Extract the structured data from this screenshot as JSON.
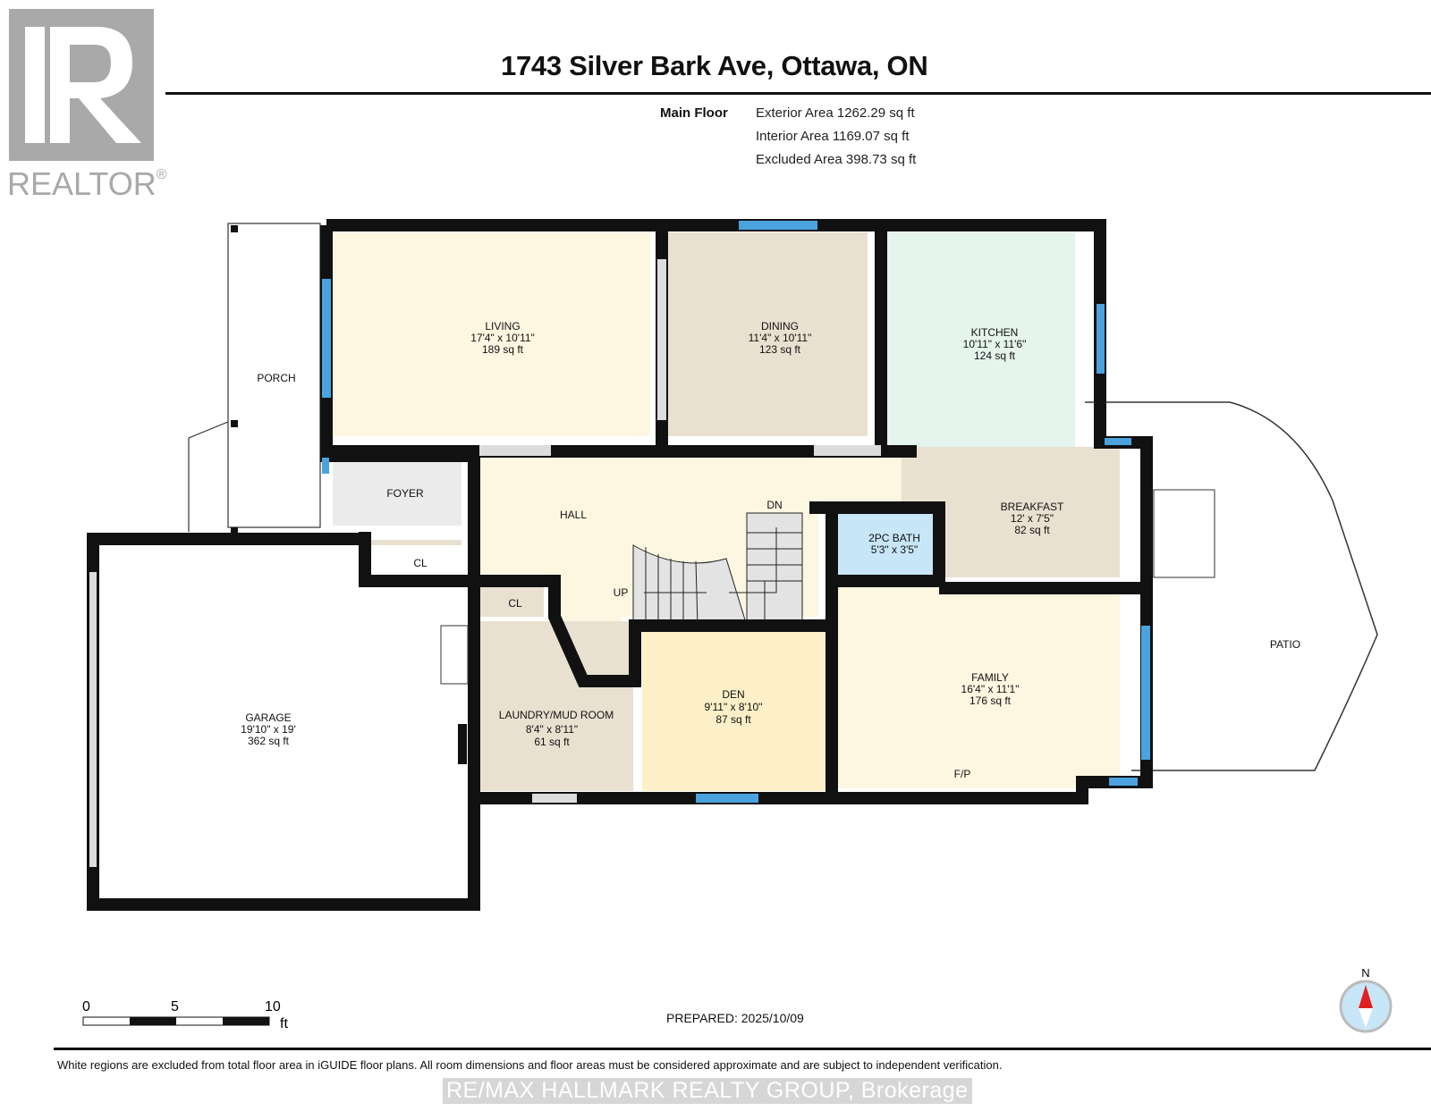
{
  "header": {
    "title": "1743 Silver Bark Ave, Ottawa, ON",
    "floor": "Main Floor",
    "exterior_area": "Exterior Area 1262.29 sq ft",
    "interior_area": "Interior Area 1169.07 sq ft",
    "excluded_area": "Excluded Area 398.73 sq ft"
  },
  "logo": {
    "text": "REALTOR®"
  },
  "rooms": {
    "living": {
      "name": "LIVING",
      "dims": "17'4\" x 10'11\"",
      "area": "189 sq ft"
    },
    "dining": {
      "name": "DINING",
      "dims": "11'4\" x 10'11\"",
      "area": "123 sq ft"
    },
    "kitchen": {
      "name": "KITCHEN",
      "dims": "10'11\" x 11'6\"",
      "area": "124 sq ft"
    },
    "breakfast": {
      "name": "BREAKFAST",
      "dims": "12' x 7'5\"",
      "area": "82 sq ft"
    },
    "bath": {
      "name": "2PC BATH",
      "dims": "5'3\" x 3'5\""
    },
    "family": {
      "name": "FAMILY",
      "dims": "16'4\" x 11'1\"",
      "area": "176 sq ft",
      "note": "F/P"
    },
    "den": {
      "name": "DEN",
      "dims": "9'11\" x 8'10\"",
      "area": "87 sq ft"
    },
    "laundry": {
      "name": "LAUNDRY/MUD ROOM",
      "dims": "8'4\" x 8'11\"",
      "area": "61 sq ft"
    },
    "garage": {
      "name": "GARAGE",
      "dims": "19'10\" x 19'",
      "area": "362 sq ft"
    },
    "porch": {
      "name": "PORCH"
    },
    "foyer": {
      "name": "FOYER"
    },
    "hall": {
      "name": "HALL"
    },
    "closet1": {
      "name": "CL"
    },
    "closet2": {
      "name": "CL"
    },
    "patio": {
      "name": "PATIO"
    },
    "stairs_up": "UP",
    "stairs_down": "DN"
  },
  "scale": {
    "t0": "0",
    "t5": "5",
    "t10": "10",
    "unit": "ft"
  },
  "compass": {
    "north": "N"
  },
  "footer": {
    "prepared": "PREPARED: 2025/10/09",
    "disclaimer": "White regions are excluded from total floor area in iGUIDE floor plans. All room dimensions and floor areas must be considered approximate and are subject to independent verification.",
    "watermark": "RE/MAX HALLMARK REALTY GROUP, Brokerage"
  },
  "colors": {
    "wall": "#111111",
    "window": "#4aa3df",
    "beige": "#e9e0d0",
    "cream": "#fdf7e1",
    "mint": "#e5f4ec",
    "blue": "#c7e6f7"
  }
}
